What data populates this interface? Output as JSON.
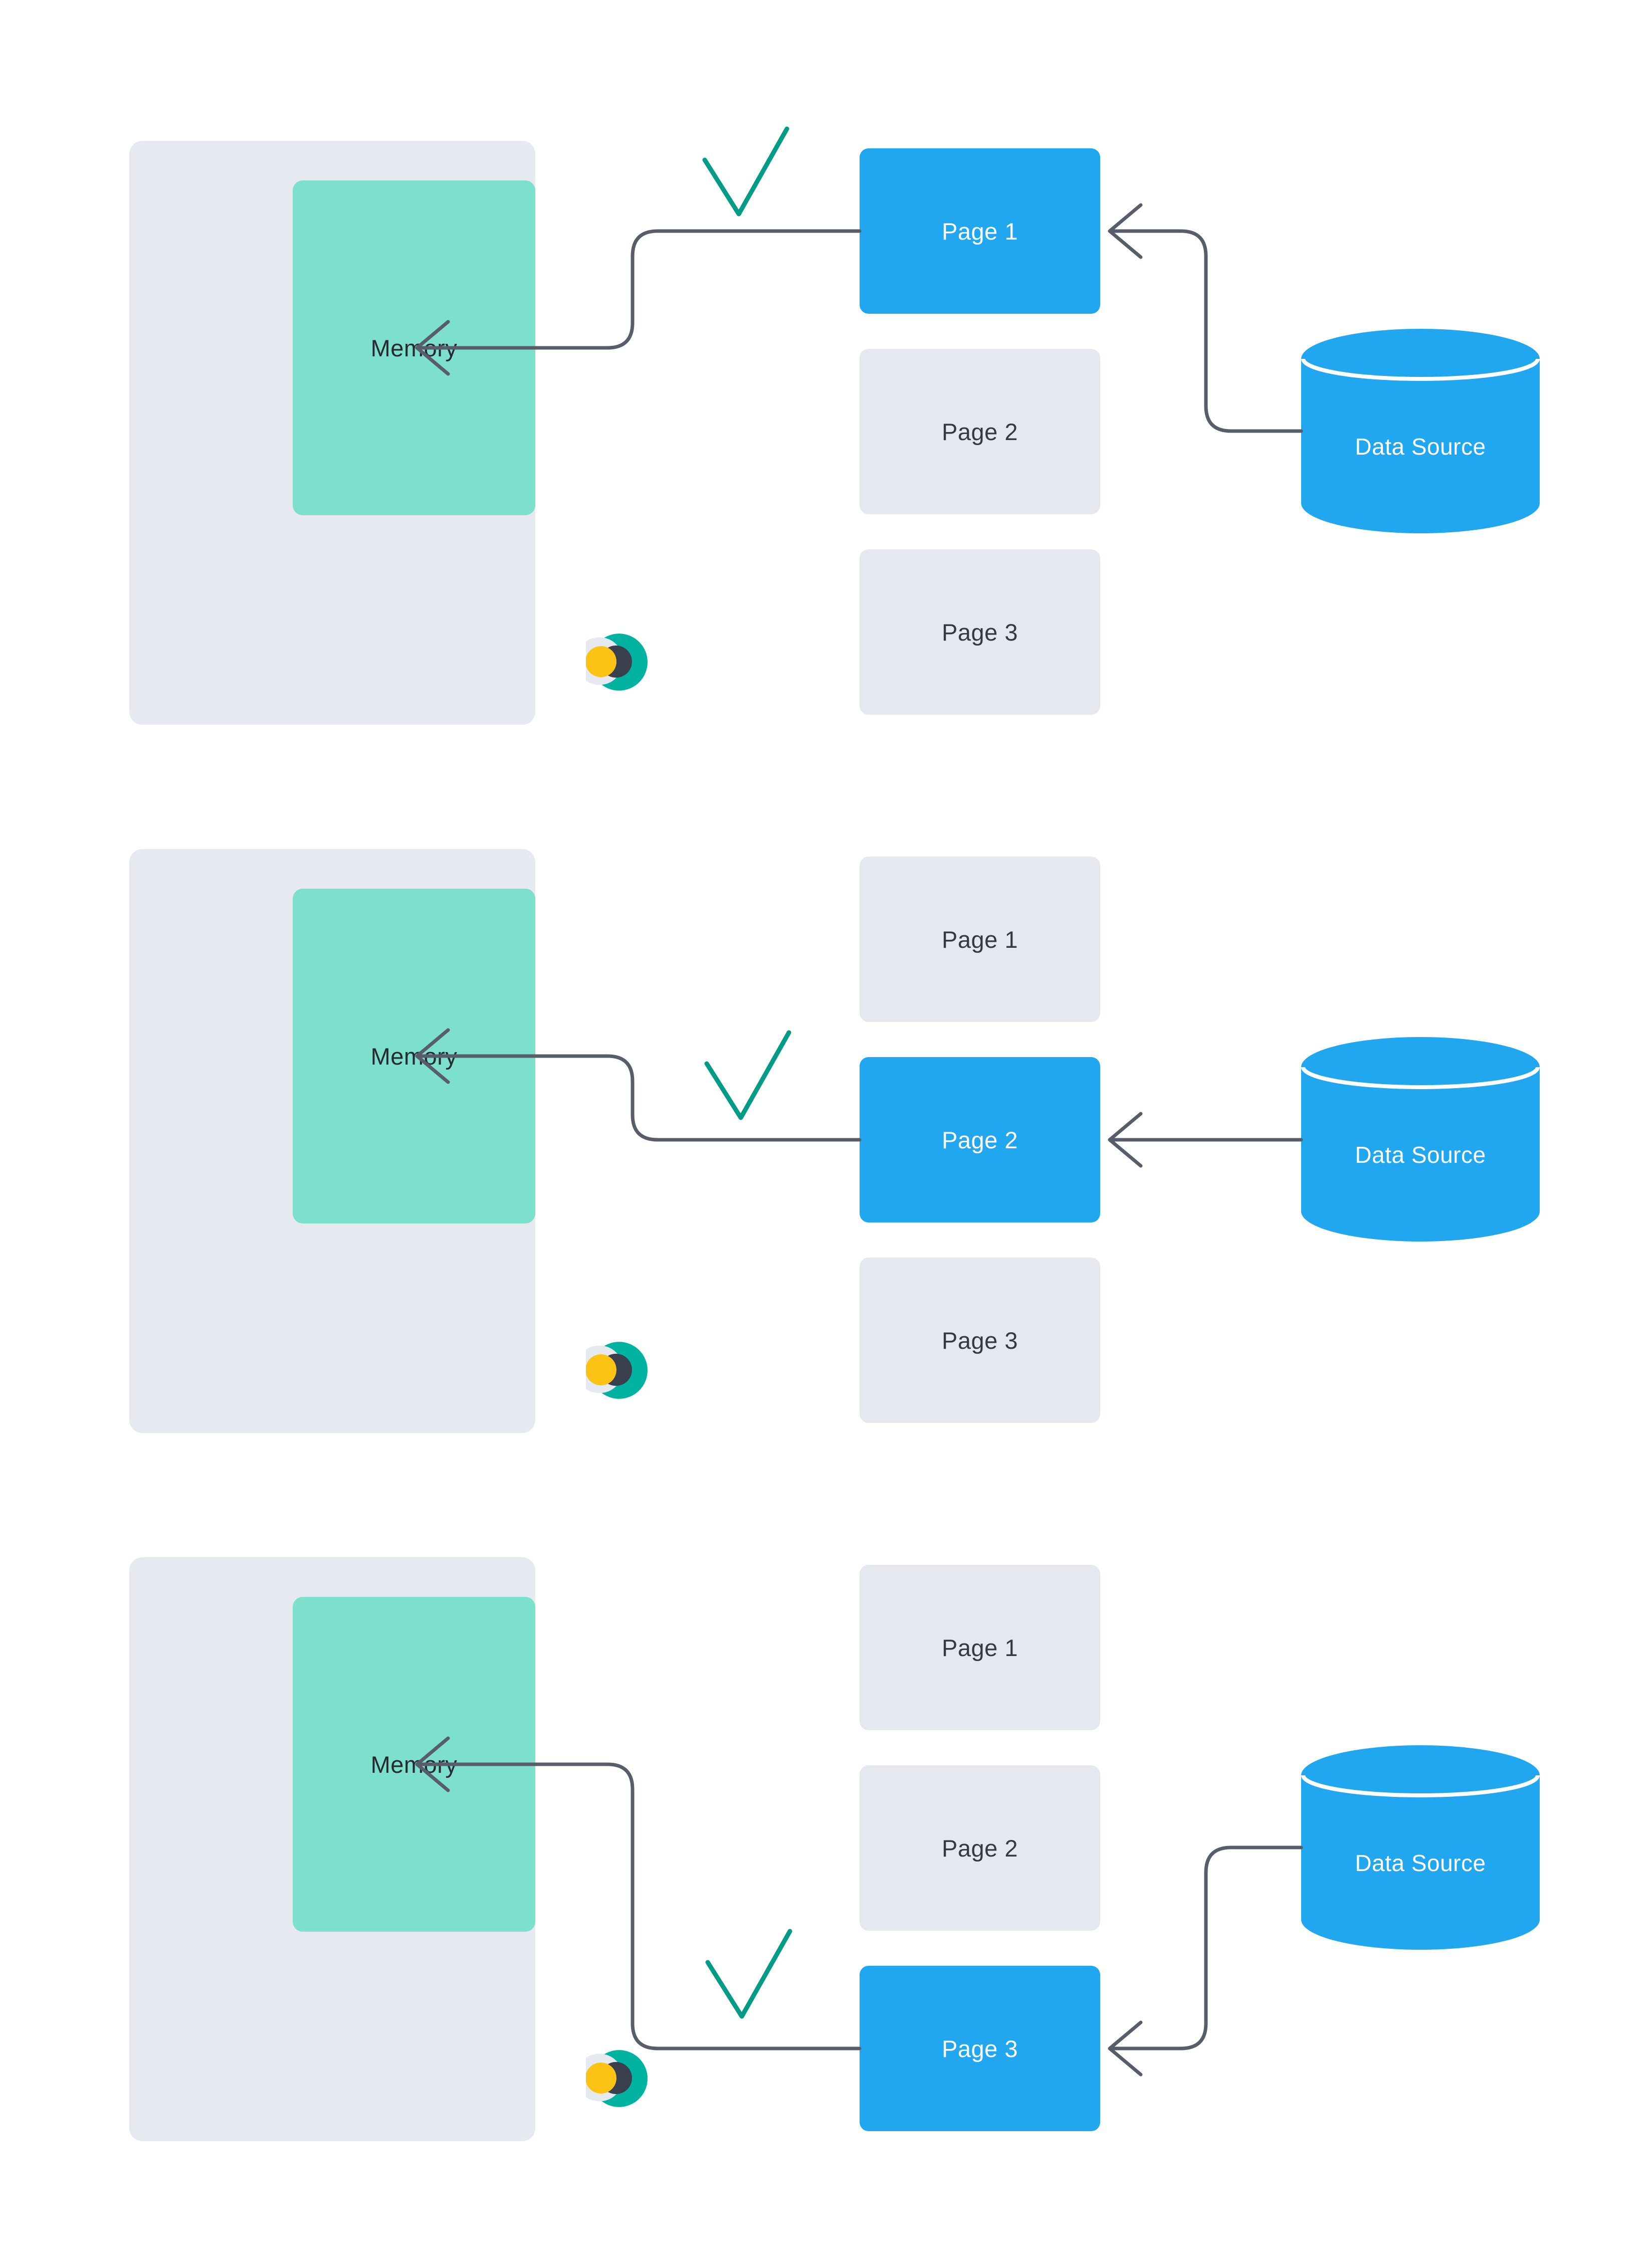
{
  "colors": {
    "background": "#ffffff",
    "panel": "#e6e9f0",
    "page": "#e5e8ef",
    "memory": "#7de0cd",
    "blue": "#21a7f0",
    "arrow": "#575d69",
    "check": "#019b86",
    "text_dark": "#262b33",
    "text_gray": "#343944",
    "text_light": "#ffffff",
    "logo_teal": "#00b3a0",
    "logo_dark": "#393f4d",
    "logo_yellow": "#fcc214"
  },
  "icons": {
    "logo": "brand-eclipse-logo-icon",
    "database": "database-cylinder-icon",
    "check": "checkmark-icon",
    "arrow": "left-arrow-connector-icon"
  },
  "rows": [
    {
      "memory_label": "Memory",
      "data_source_label": "Data Source",
      "active_page_index": 0,
      "pages": [
        {
          "label": "Page 1"
        },
        {
          "label": "Page 2"
        },
        {
          "label": "Page 3"
        }
      ]
    },
    {
      "memory_label": "Memory",
      "data_source_label": "Data Source",
      "active_page_index": 1,
      "pages": [
        {
          "label": "Page 1"
        },
        {
          "label": "Page 2"
        },
        {
          "label": "Page 3"
        }
      ]
    },
    {
      "memory_label": "Memory",
      "data_source_label": "Data Source",
      "active_page_index": 2,
      "pages": [
        {
          "label": "Page 1"
        },
        {
          "label": "Page 2"
        },
        {
          "label": "Page 3"
        }
      ]
    }
  ]
}
